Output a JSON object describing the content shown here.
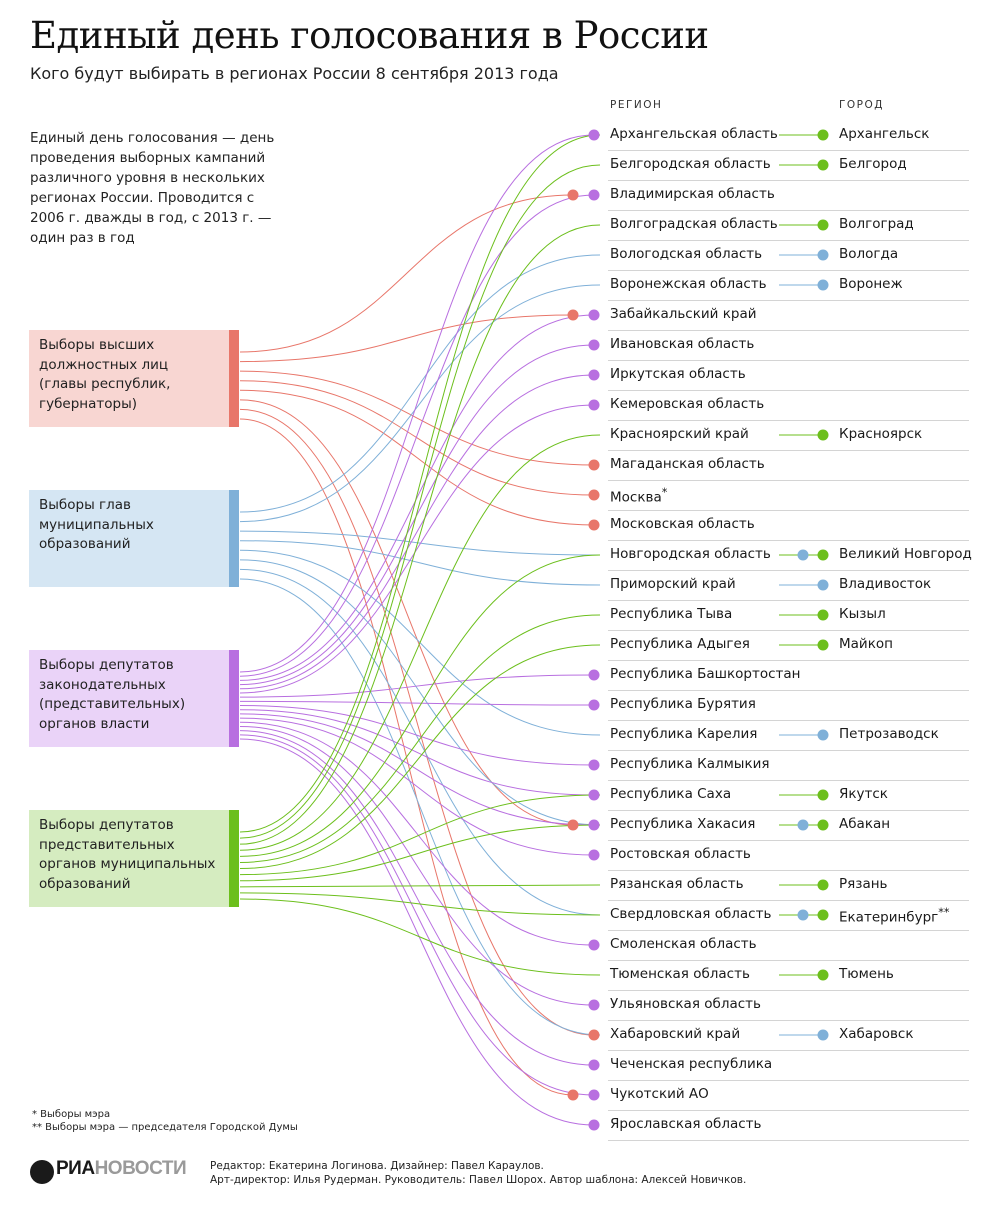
{
  "title": "Единый день голосования в России",
  "subtitle": "Кого будут выбирать в регионах России 8 сентября 2013 года",
  "description": "Единый день голосования — день проведения выборных кампаний различного уровня в нескольких регионах России. Проводится с 2006 г. дважды в год, с 2013 г. — один раз в год",
  "headers": {
    "region": "РЕГИОН",
    "city": "ГОРОД"
  },
  "colors": {
    "governors": "#e8766a",
    "municipal_heads": "#7fb0d8",
    "legislative": "#b86fe0",
    "municipal_reps": "#6cbf1c"
  },
  "categories": [
    {
      "id": "governors",
      "label": "Выборы высших должностных лиц (главы республик, губернаторы)",
      "color": "#e8766a",
      "bg": "#f8d6d2"
    },
    {
      "id": "municipal_heads",
      "label": "Выборы глав муниципальных образований",
      "color": "#7fb0d8",
      "bg": "#d5e6f3"
    },
    {
      "id": "legislative",
      "label": "Выборы депутатов законодательных (представительных) органов власти",
      "color": "#b86fe0",
      "bg": "#ead3f8"
    },
    {
      "id": "municipal_reps",
      "label": "Выборы депутатов представительных органов муниципальных образований",
      "color": "#6cbf1c",
      "bg": "#d5ecc0"
    }
  ],
  "regions": [
    {
      "name": "Архангельская область",
      "cats": [
        "legislative"
      ],
      "city": "Архангельск",
      "cityCats": [
        "municipal_reps"
      ]
    },
    {
      "name": "Белгородская область",
      "cats": [],
      "city": "Белгород",
      "cityCats": [
        "municipal_reps"
      ]
    },
    {
      "name": "Владимирская область",
      "cats": [
        "governors",
        "legislative"
      ],
      "city": "",
      "cityCats": []
    },
    {
      "name": "Волгоградская область",
      "cats": [],
      "city": "Волгоград",
      "cityCats": [
        "municipal_reps"
      ]
    },
    {
      "name": "Вологодская область",
      "cats": [],
      "city": "Вологда",
      "cityCats": [
        "municipal_heads"
      ]
    },
    {
      "name": "Воронежская область",
      "cats": [],
      "city": "Воронеж",
      "cityCats": [
        "municipal_heads"
      ]
    },
    {
      "name": "Забайкальский край",
      "cats": [
        "governors",
        "legislative"
      ],
      "city": "",
      "cityCats": []
    },
    {
      "name": "Ивановская область",
      "cats": [
        "legislative"
      ],
      "city": "",
      "cityCats": []
    },
    {
      "name": "Иркутская область",
      "cats": [
        "legislative"
      ],
      "city": "",
      "cityCats": []
    },
    {
      "name": "Кемеровская область",
      "cats": [
        "legislative"
      ],
      "city": "",
      "cityCats": []
    },
    {
      "name": "Красноярский край",
      "cats": [],
      "city": "Красноярск",
      "cityCats": [
        "municipal_reps"
      ]
    },
    {
      "name": "Магаданская область",
      "cats": [
        "governors"
      ],
      "city": "",
      "cityCats": []
    },
    {
      "name": "Москва",
      "mark": "*",
      "cats": [
        "governors"
      ],
      "city": "",
      "cityCats": []
    },
    {
      "name": "Московская область",
      "cats": [
        "governors"
      ],
      "city": "",
      "cityCats": []
    },
    {
      "name": "Новгородская область",
      "cats": [],
      "city": "Великий Новгород",
      "cityCats": [
        "municipal_heads",
        "municipal_reps"
      ]
    },
    {
      "name": "Приморский край",
      "cats": [],
      "city": "Владивосток",
      "cityCats": [
        "municipal_heads"
      ]
    },
    {
      "name": "Республика Тыва",
      "cats": [],
      "city": "Кызыл",
      "cityCats": [
        "municipal_reps"
      ]
    },
    {
      "name": "Республика Адыгея",
      "cats": [],
      "city": "Майкоп",
      "cityCats": [
        "municipal_reps"
      ]
    },
    {
      "name": "Республика Башкортостан",
      "cats": [
        "legislative"
      ],
      "city": "",
      "cityCats": []
    },
    {
      "name": "Республика Бурятия",
      "cats": [
        "legislative"
      ],
      "city": "",
      "cityCats": []
    },
    {
      "name": "Республика Карелия",
      "cats": [],
      "city": "Петрозаводск",
      "cityCats": [
        "municipal_heads"
      ]
    },
    {
      "name": "Республика Калмыкия",
      "cats": [
        "legislative"
      ],
      "city": "",
      "cityCats": []
    },
    {
      "name": "Республика Саха",
      "cats": [
        "legislative"
      ],
      "city": "Якутск",
      "cityCats": [
        "municipal_reps"
      ]
    },
    {
      "name": "Республика Хакасия",
      "cats": [
        "governors",
        "legislative"
      ],
      "city": "Абакан",
      "cityCats": [
        "municipal_heads",
        "municipal_reps"
      ]
    },
    {
      "name": "Ростовская область",
      "cats": [
        "legislative"
      ],
      "city": "",
      "cityCats": []
    },
    {
      "name": "Рязанская область",
      "cats": [],
      "city": "Рязань",
      "cityCats": [
        "municipal_reps"
      ]
    },
    {
      "name": "Свердловская область",
      "cats": [],
      "city": "Екатеринбург",
      "cityMark": "**",
      "cityCats": [
        "municipal_heads",
        "municipal_reps"
      ]
    },
    {
      "name": "Смоленская область",
      "cats": [
        "legislative"
      ],
      "city": "",
      "cityCats": []
    },
    {
      "name": "Тюменская область",
      "cats": [],
      "city": "Тюмень",
      "cityCats": [
        "municipal_reps"
      ]
    },
    {
      "name": "Ульяновская область",
      "cats": [
        "legislative"
      ],
      "city": "",
      "cityCats": []
    },
    {
      "name": "Хабаровский край",
      "cats": [
        "governors"
      ],
      "city": "Хабаровск",
      "cityCats": [
        "municipal_heads"
      ]
    },
    {
      "name": "Чеченская республика",
      "cats": [
        "legislative"
      ],
      "city": "",
      "cityCats": []
    },
    {
      "name": "Чукотский АО",
      "cats": [
        "governors",
        "legislative"
      ],
      "city": "",
      "cityCats": []
    },
    {
      "name": "Ярославская область",
      "cats": [
        "legislative"
      ],
      "city": "",
      "cityCats": []
    }
  ],
  "footnotes": [
    "* Выборы мэра",
    "** Выборы мэра — председателя Городской Думы"
  ],
  "logo": {
    "part1": "РИА",
    "part2": "НОВОСТИ"
  },
  "credits": [
    "Редактор: Екатерина Логинова. Дизайнер: Павел Караулов.",
    "Арт-директор: Илья Рудерман. Руководитель: Павел Шорох. Автор шаблона: Алексей Новичков."
  ]
}
